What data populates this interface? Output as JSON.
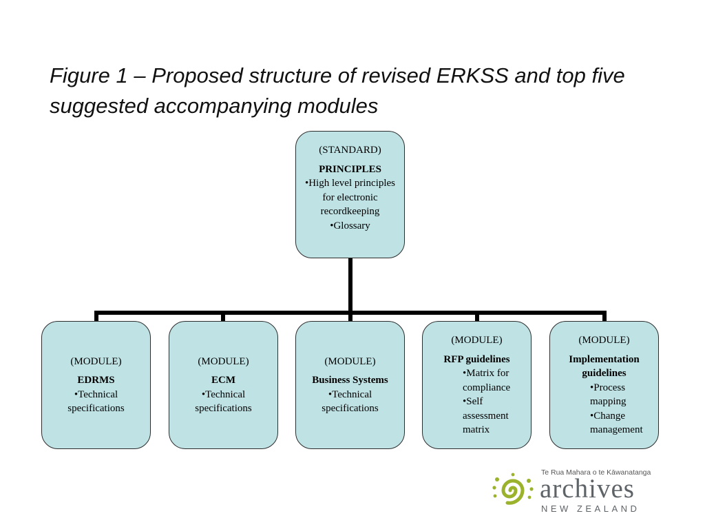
{
  "title": "Figure 1 – Proposed structure of revised ERKSS and top five suggested accompanying modules",
  "colors": {
    "box_fill": "#bfe3e5",
    "box_border": "#2b2b2b",
    "logo_green": "#9bb22c",
    "logo_grey": "#5e6368"
  },
  "bullet_glyph": "•",
  "standard": {
    "tag": "(STANDARD)",
    "heading": "PRINCIPLES",
    "bullets": [
      "High level principles for electronic recordkeeping",
      "Glossary"
    ]
  },
  "modules": [
    {
      "tag": "(MODULE)",
      "heading": "EDRMS",
      "bullets": [
        "Technical specifications"
      ]
    },
    {
      "tag": "(MODULE)",
      "heading": "ECM",
      "bullets": [
        "Technical specifications"
      ]
    },
    {
      "tag": "(MODULE)",
      "heading": "Business Systems",
      "bullets": [
        "Technical specifications"
      ]
    },
    {
      "tag": "(MODULE)",
      "heading": "RFP guidelines",
      "bullets": [
        "Matrix for compliance",
        "Self assessment matrix"
      ]
    },
    {
      "tag": "(MODULE)",
      "heading": "Implementation guidelines",
      "bullets": [
        "Process mapping",
        "Change management"
      ]
    }
  ],
  "logo": {
    "tagline": "Te Rua Mahara o te Kāwanatanga",
    "name": "archives",
    "country": "NEW ZEALAND",
    "icon": "koru-spiral-icon"
  }
}
